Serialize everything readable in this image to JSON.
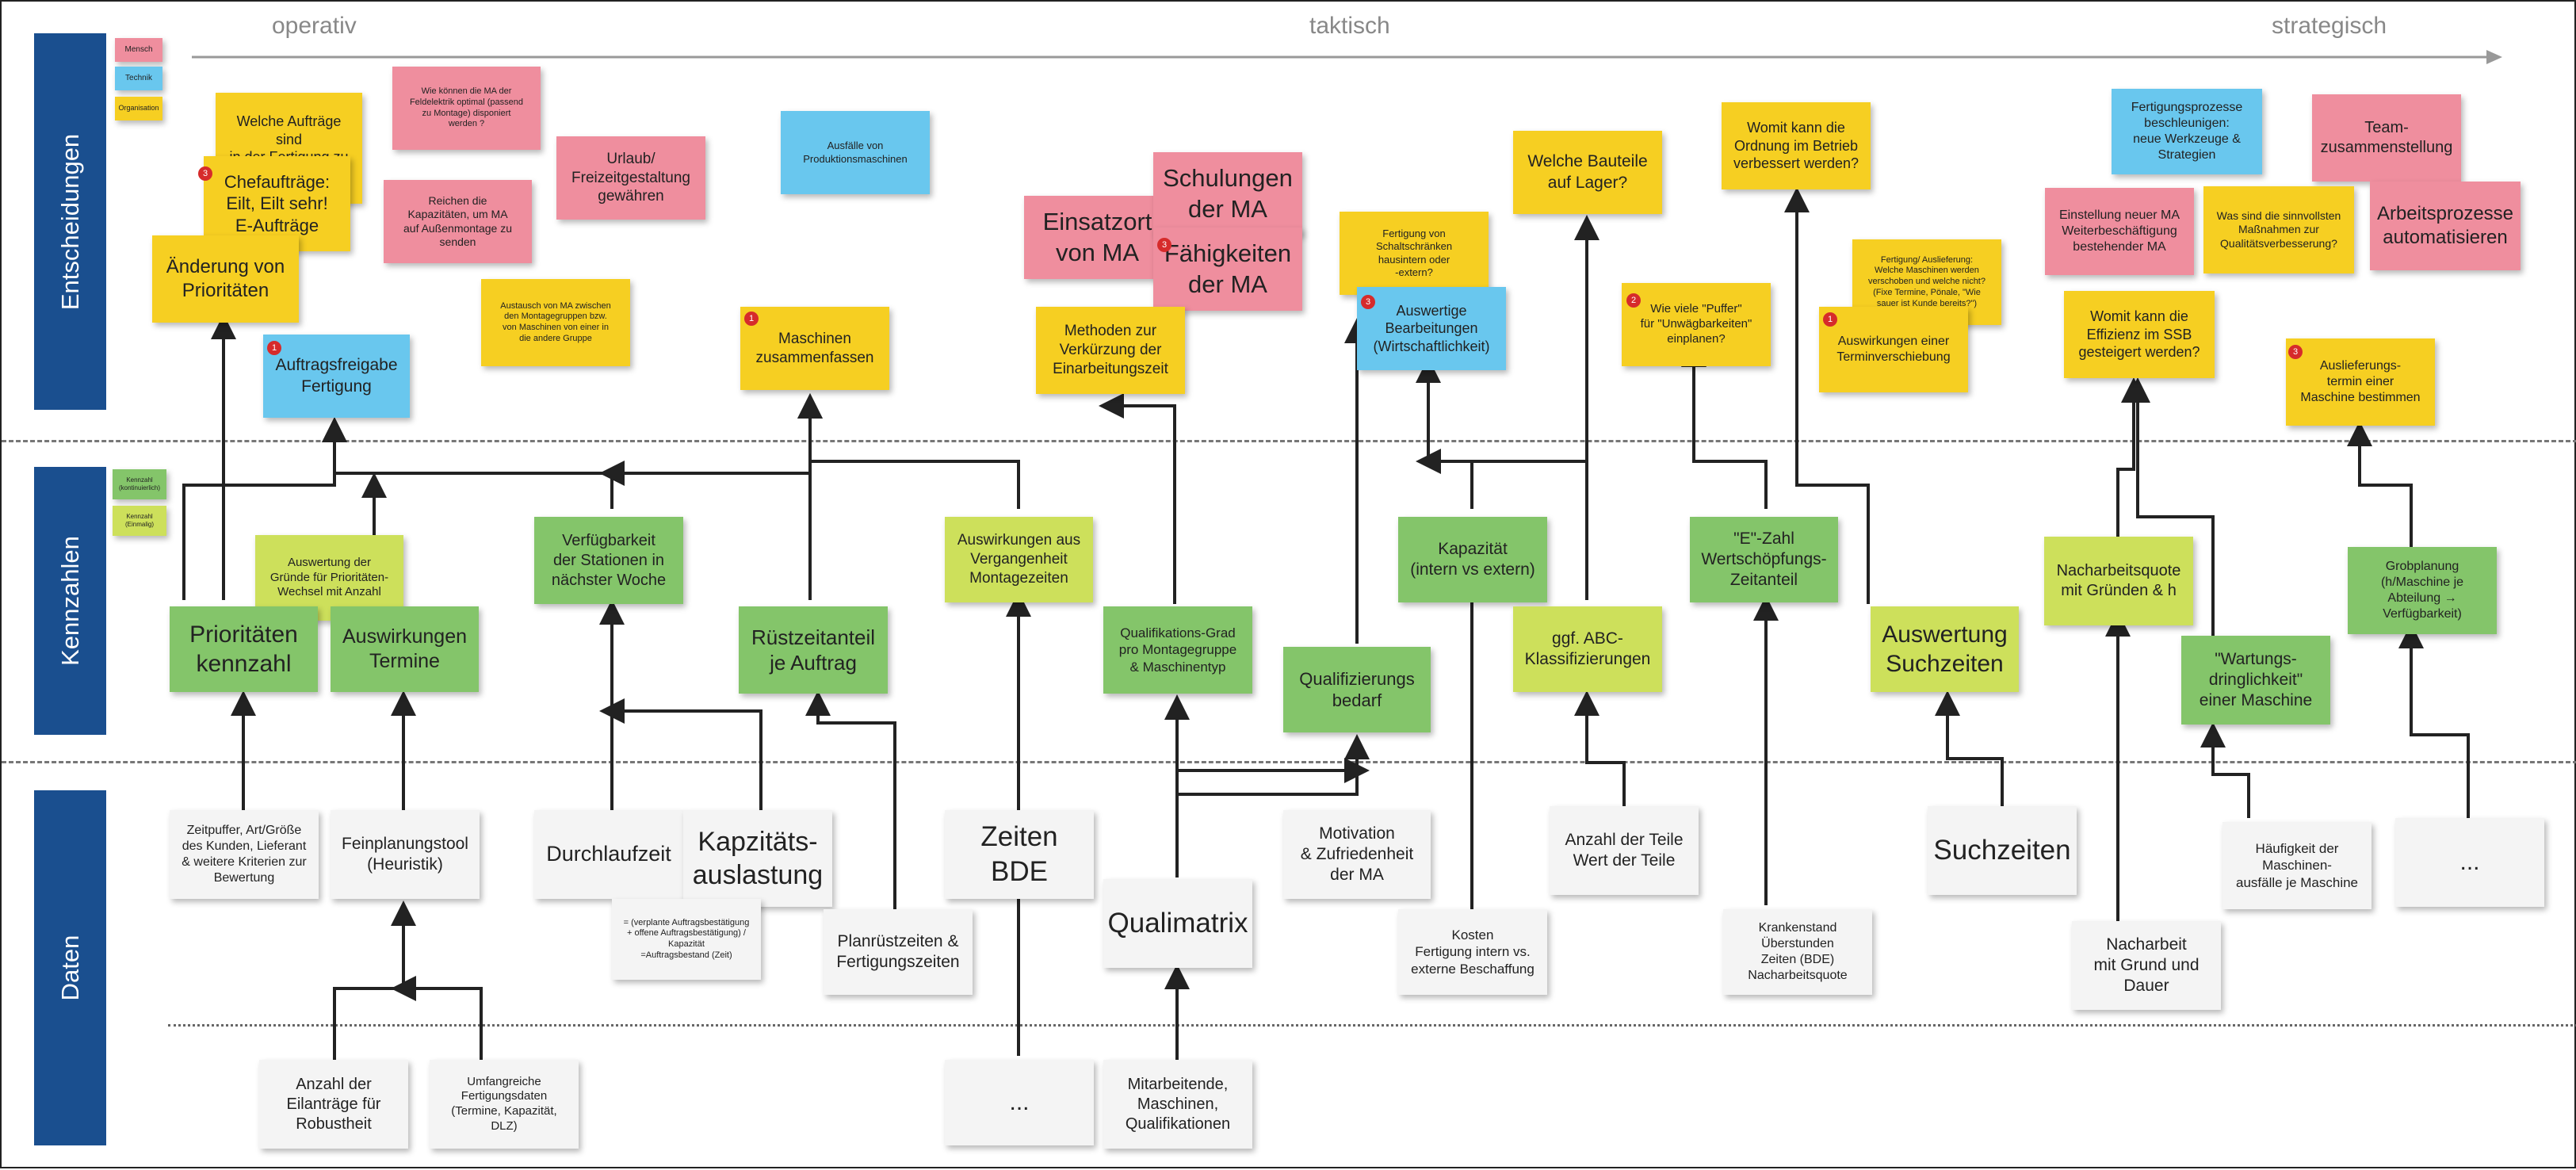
{
  "lanes": {
    "decisions": "Entscheidungen",
    "kpis": "Kennzahlen",
    "data": "Daten"
  },
  "timeline": {
    "operative": "operativ",
    "tactical": "taktisch",
    "strategic": "strategisch"
  },
  "legend": {
    "human": "Mensch",
    "technology": "Technik",
    "organization": "Organisation",
    "kpi_continuous": "Kennzahl\n(kontinuierlich)",
    "kpi_once": "Kennzahl\n(Einmalig)"
  },
  "colors": {
    "human": "#ef8e9e",
    "technology": "#69c7ee",
    "organization": "#f6cf22",
    "kpi_continuous": "#84c56a",
    "kpi_once": "#cde05b",
    "data": "#f4f4f4",
    "lane": "#1a4f8f"
  },
  "decisions": {
    "welche_auftraege": "Welche Aufträge sind\nin der Fertigung zu\npriorisieren?",
    "chefauftraege": "Chefaufträge:\nEilt, Eilt sehr!\nE-Aufträge",
    "aenderung_prioritaeten": "Änderung von\nPrioritäten",
    "auftragsfreigabe": "Auftragsfreigabe\nFertigung",
    "feldelektrik": "Wie können die MA der\nFeldelektrik optimal (passend\nzu Montage) disponiert\nwerden ?",
    "kapazitaeten": "Reichen die\nKapazitäten, um MA\nauf Außenmontage zu\nsenden",
    "urlaub": "Urlaub/\nFreizeitgestaltung\ngewähren",
    "austausch": "Austausch von MA zwischen\nden Montagegruppen bzw.\nvon Maschinen von einer in\ndie andere Gruppe",
    "ausfaelle": "Ausfälle von\nProduktionsmaschinen",
    "maschinen_zusammen": "Maschinen\nzusammenfassen",
    "einsatzort": "Einsatzort\nvon MA",
    "schulungen": "Schulungen\nder MA",
    "faehigkeiten": "Fähigkeiten\nder MA",
    "methoden": "Methoden zur\nVerkürzung der\nEinarbeitungszeit",
    "schaltschraenke": "Fertigung von\nSchaltschränken\nhausintern oder\n-extern?",
    "auswaertige": "Auswertige\nBearbeitungen\n(Wirtschaftlichkeit)",
    "bauteile": "Welche Bauteile\nauf Lager?",
    "puffer": "Wie viele \"Puffer\"\nfür \"Unwägbarkeiten\"\neinplanen?",
    "ordnung": "Womit kann die\nOrdnung im Betrieb\nverbessert werden?",
    "auslieferung_frage": "Fertigung/ Auslieferung:\nWelche Maschinen werden\nverschoben und welche nicht?\n(Fixe Termine, Pönale, \"Wie\nsauer ist Kunde bereits?\")",
    "terminverschiebung": "Auswirkungen einer\nTerminverschiebung",
    "fertigungsprozesse": "Fertigungsprozesse\nbeschleunigen:\nneue Werkzeuge &\nStrategien",
    "team": "Team-\nzusammenstellung",
    "einstellung": "Einstellung neuer MA\nWeiterbeschäftigung\nbestehender MA",
    "massnahmen": "Was sind die sinnvollsten\nMaßnahmen zur\nQualitätsverbesserung?",
    "arbeitsprozesse": "Arbeitsprozesse\nautomatisieren",
    "effizienz": "Womit kann die\nEffizienz im SSB\ngesteigert werden?",
    "auslieferungstermin": "Auslieferungs-\ntermin einer\nMaschine bestimmen"
  },
  "badges": [
    "3",
    "1",
    "1",
    "3",
    "3",
    "2",
    "1",
    "3"
  ],
  "kpis": {
    "auswertung_gruende": "Auswertung der\nGründe für Prioritäten-\nWechsel mit Anzahl",
    "prioritaetenkennzahl": "Prioritäten\nkennzahl",
    "auswirkungen_termine": "Auswirkungen\nTermine",
    "verfuegbarkeit": "Verfügbarkeit\nder Stationen in\nnächster Woche",
    "ruestzeitanteil": "Rüstzeitanteil\nje Auftrag",
    "vergangenheit": "Auswirkungen aus\nVergangenheit\nMontagezeiten",
    "qualifikationsgrad": "Qualifikations-Grad\npro Montagegruppe\n& Maschinentyp",
    "qualifizierungsbedarf": "Qualifizierungs\nbedarf",
    "kapazitaet": "Kapazität\n(intern vs extern)",
    "abc": "ggf. ABC-\nKlassifizierungen",
    "ezahl": "\"E\"-Zahl\nWertschöpfungs-\nZeitanteil",
    "suchzeiten_auswertung": "Auswertung\nSuchzeiten",
    "nacharbeitsquote": "Nacharbeitsquote\nmit Gründen & h",
    "wartung": "\"Wartungs-\ndringlichkeit\"\neiner Maschine",
    "grobplanung": "Grobplanung\n(h/Maschine je\nAbteilung →\nVerfügbarkeit)"
  },
  "data": {
    "zeitpuffer": "Zeitpuffer, Art/Größe\ndes Kunden, Lieferant\n& weitere Kriterien zur\nBewertung",
    "feinplanung": "Feinplanungstool\n(Heuristik)",
    "durchlaufzeit": "Durchlaufzeit",
    "kapazitaetsauslastung": "Kapzitäts-\nauslastung",
    "formel": "= (verplante Auftragsbestätigung\n+ offene Auftragsbestätigung) /\nKapazität\n=Auftragsbestand (Zeit)",
    "planruestzeiten": "Planrüstzeiten &\nFertigungszeiten",
    "zeiten_bde": "Zeiten BDE",
    "qualimatrix": "Qualimatrix",
    "motivation": "Motivation\n& Zufriedenheit\nder MA",
    "kosten": "Kosten\nFertigung intern vs.\nexterne Beschaffung",
    "anzahl_teile": "Anzahl der Teile\nWert der Teile",
    "krankenstand": "Krankenstand\nÜberstunden\nZeiten (BDE)\nNacharbeitsquote",
    "suchzeiten": "Suchzeiten",
    "nacharbeit": "Nacharbeit\nmit Grund und\nDauer",
    "haeufigkeit": "Häufigkeit der\nMaschinen-\nausfälle je Maschine",
    "ellipsis_right": "...",
    "eilantraege": "Anzahl der\nEilanträge für\nRobustheit",
    "umfangreiche": "Umfangreiche\nFertigungsdaten\n(Termine, Kapazität,\nDLZ)",
    "ellipsis_center": "...",
    "mitarbeitende": "Mitarbeitende,\nMaschinen,\nQualifikationen"
  }
}
